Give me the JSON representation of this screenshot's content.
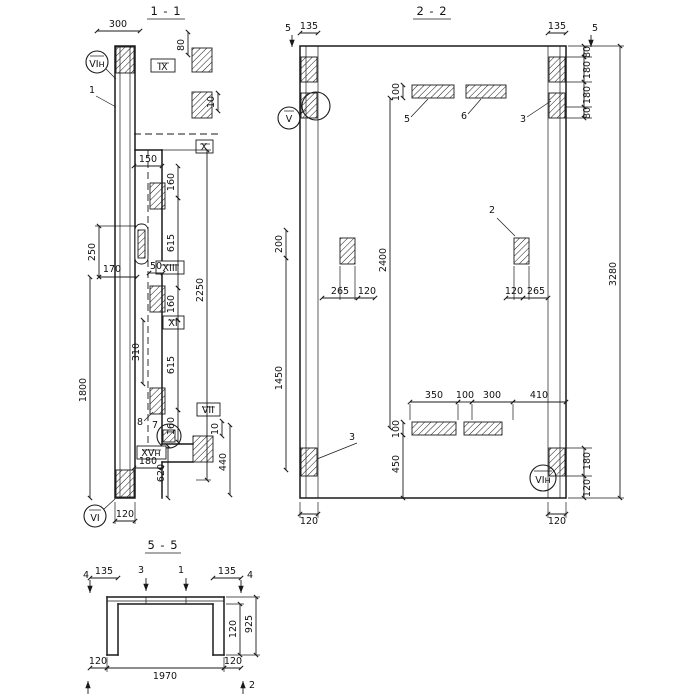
{
  "drawing": {
    "kind": "reinforced-panel-working-drawing",
    "line_color": "#1a1a1a",
    "background": "#ffffff"
  },
  "s11": {
    "title": "1 - 1",
    "dims": {
      "d300": "300",
      "d80": "80",
      "d150": "150",
      "d10_top": "10",
      "d160a": "160",
      "d615a": "615",
      "d160b": "160",
      "d615b": "615",
      "d160c": "160",
      "d50": "50",
      "d250": "250",
      "d170": "170",
      "d1800": "1800",
      "d310": "310",
      "d2250": "2250",
      "d440": "440",
      "d10_bot": "10",
      "d180": "180",
      "d620": "620",
      "d120": "120"
    },
    "marks": {
      "vin_top": "VIн",
      "ix": "IX",
      "x": "X",
      "xiii": "XIII",
      "xi": "XI",
      "vii": "VII",
      "xvn": "XVн",
      "vi_bot": "VI",
      "p1": "1",
      "p7": "7",
      "p8": "8"
    }
  },
  "s22": {
    "title": "2 - 2",
    "dims": {
      "d5l": "5",
      "d135l": "135",
      "d135r": "135",
      "d5r": "5",
      "d80a": "80",
      "d180a": "180",
      "d180b": "180",
      "d80b": "80",
      "d3280": "3280",
      "d180br": "180",
      "d120brc": "120",
      "d200": "200",
      "d1450": "1450",
      "d2400": "2400",
      "d100top": "100",
      "d265l": "265",
      "d120l": "120",
      "d120r": "120",
      "d265r": "265",
      "d350": "350",
      "d100mid": "100",
      "d300": "300",
      "d410": "410",
      "d100bot": "100",
      "d450": "450",
      "d120bl": "120",
      "d120br": "120"
    },
    "marks": {
      "v": "V",
      "vin_bot": "VIн",
      "p2": "2",
      "p3top": "3",
      "p3bot": "3",
      "p5": "5",
      "p6": "6"
    }
  },
  "s55": {
    "title": "5 - 5",
    "dims": {
      "d135l": "135",
      "d135r": "135",
      "d120r": "120",
      "d925": "925",
      "d120bl": "120",
      "d1970": "1970",
      "d120br": "120"
    },
    "marks": {
      "c4l": "4",
      "c3": "3",
      "c1": "1",
      "c4r": "4",
      "c2": "2"
    }
  }
}
